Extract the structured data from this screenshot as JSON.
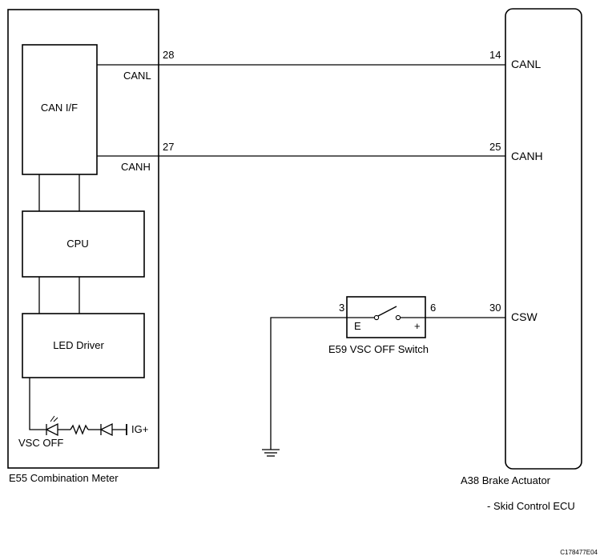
{
  "meter": {
    "label": "E55  Combination Meter",
    "can_if": "CAN I/F",
    "cpu": "CPU",
    "led_driver": "LED Driver",
    "led_label": "VSC OFF",
    "ig_label": "IG+"
  },
  "actuator": {
    "label_line1": "A38  Brake Actuator",
    "label_line2": "- Skid Control ECU"
  },
  "switch": {
    "label": "E59  VSC OFF Switch",
    "pin_e": "E",
    "pin_plus": "+"
  },
  "wires": {
    "canl": {
      "meter_pin": "28",
      "meter_signal": "CANL",
      "actuator_pin": "14",
      "actuator_signal": "CANL"
    },
    "canh": {
      "meter_pin": "27",
      "meter_signal": "CANH",
      "actuator_pin": "25",
      "actuator_signal": "CANH"
    },
    "csw": {
      "switch_pin_left": "3",
      "switch_pin_right": "6",
      "actuator_pin": "30",
      "actuator_signal": "CSW"
    }
  },
  "figure_code": "C178477E04"
}
